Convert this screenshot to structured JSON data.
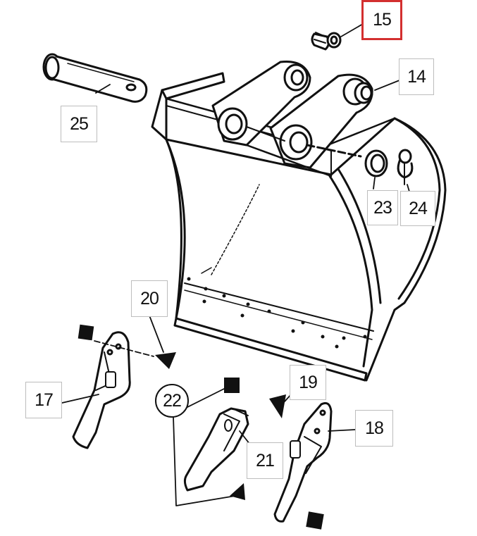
{
  "diagram": {
    "type": "exploded-parts-diagram",
    "subject": "excavator bucket with teeth and pins",
    "highlight_color": "#d32f2f",
    "line_color": "#111111",
    "callouts": [
      {
        "id": "c14",
        "label": "14"
      },
      {
        "id": "c15",
        "label": "15",
        "highlighted": true
      },
      {
        "id": "c17",
        "label": "17"
      },
      {
        "id": "c18",
        "label": "18"
      },
      {
        "id": "c19",
        "label": "19"
      },
      {
        "id": "c20",
        "label": "20"
      },
      {
        "id": "c21",
        "label": "21"
      },
      {
        "id": "c22",
        "label": "22",
        "circled": true
      },
      {
        "id": "c23",
        "label": "23"
      },
      {
        "id": "c24",
        "label": "24"
      },
      {
        "id": "c25",
        "label": "25"
      }
    ]
  }
}
